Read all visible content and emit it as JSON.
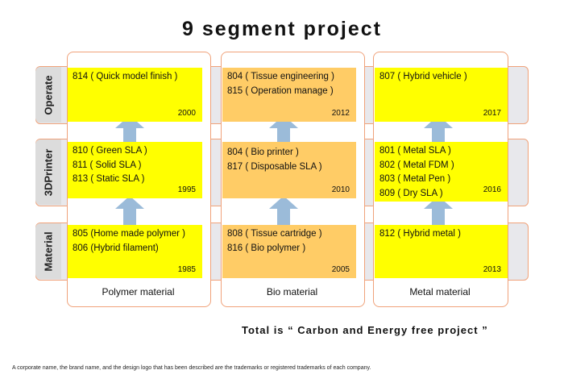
{
  "title": "9 segment project",
  "rows": {
    "operate": "Operate",
    "printer": "3DPrinter",
    "material": "Material"
  },
  "columns": [
    "Polymer material",
    "Bio material",
    "Metal material"
  ],
  "cells": {
    "polymer_operate": {
      "lines": [
        "814 ( Quick model finish )"
      ],
      "year": "2000"
    },
    "bio_operate": {
      "lines": [
        "804 ( Tissue engineering )",
        "815 ( Operation manage )"
      ],
      "year": "2012"
    },
    "metal_operate": {
      "lines": [
        "807 ( Hybrid vehicle )"
      ],
      "year": "2017"
    },
    "polymer_printer": {
      "lines": [
        "810 ( Green SLA )",
        "811 ( Solid SLA )",
        "813 ( Static SLA )"
      ],
      "year": "1995"
    },
    "bio_printer": {
      "lines": [
        "804 ( Bio printer )",
        "817 ( Disposable SLA )"
      ],
      "year": "2010"
    },
    "metal_printer": {
      "lines": [
        "801 ( Metal SLA )",
        "802 ( Metal FDM )",
        "803 ( Metal Pen )",
        "809 ( Dry SLA )"
      ],
      "year": "2016"
    },
    "polymer_material": {
      "lines": [
        "805 (Home made polymer )",
        "806 (Hybrid filament)"
      ],
      "year": "1985"
    },
    "bio_material": {
      "lines": [
        "808 ( Tissue cartridge )",
        "816 ( Bio polymer )"
      ],
      "year": "2005"
    },
    "metal_material": {
      "lines": [
        "812 ( Hybrid metal )"
      ],
      "year": "2013"
    }
  },
  "colors": {
    "yellow": "#ffff00",
    "orange": "#ffcc66",
    "arrow": "#9bbbd9",
    "border": "#f0a27a"
  },
  "total": "Total is “ Carbon and Energy free project ”",
  "footnote": "A corporate name, the brand name, and the design logo that has been described are the trademarks or registered trademarks of each company."
}
